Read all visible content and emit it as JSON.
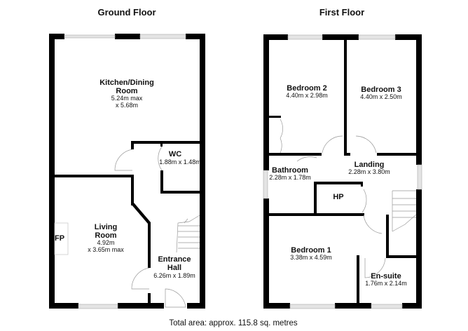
{
  "ground_floor": {
    "title": "Ground Floor",
    "rooms": {
      "kitchen": {
        "name_line1": "Kitchen/Dining",
        "name_line2": "Room",
        "dim_line1": "5.24m max",
        "dim_line2": "x 5.68m"
      },
      "wc": {
        "name": "WC",
        "dim": "1.88m x 1.48m"
      },
      "living": {
        "name_line1": "Living",
        "name_line2": "Room",
        "dim_line1": "4.92m",
        "dim_line2": "x 3.65m max"
      },
      "hall": {
        "name_line1": "Entrance",
        "name_line2": "Hall",
        "dim": "6.26m x 1.89m"
      },
      "fireplace": {
        "label": "FP"
      }
    }
  },
  "first_floor": {
    "title": "First Floor",
    "rooms": {
      "bedroom2": {
        "name": "Bedroom 2",
        "dim": "4.40m x 2.98m"
      },
      "bedroom3": {
        "name": "Bedroom 3",
        "dim": "4.40m x 2.50m"
      },
      "bathroom": {
        "name": "Bathroom",
        "dim": "2.28m x 1.78m"
      },
      "landing": {
        "name": "Landing",
        "dim": "2.28m x 3.80m"
      },
      "hp": {
        "name": "HP"
      },
      "bedroom1": {
        "name": "Bedroom 1",
        "dim": "3.38m x 4.59m"
      },
      "ensuite": {
        "name": "En-suite",
        "dim": "1.76m x 2.14m"
      }
    }
  },
  "footer": {
    "total_area": "Total area: approx. 115.8 sq. metres"
  }
}
